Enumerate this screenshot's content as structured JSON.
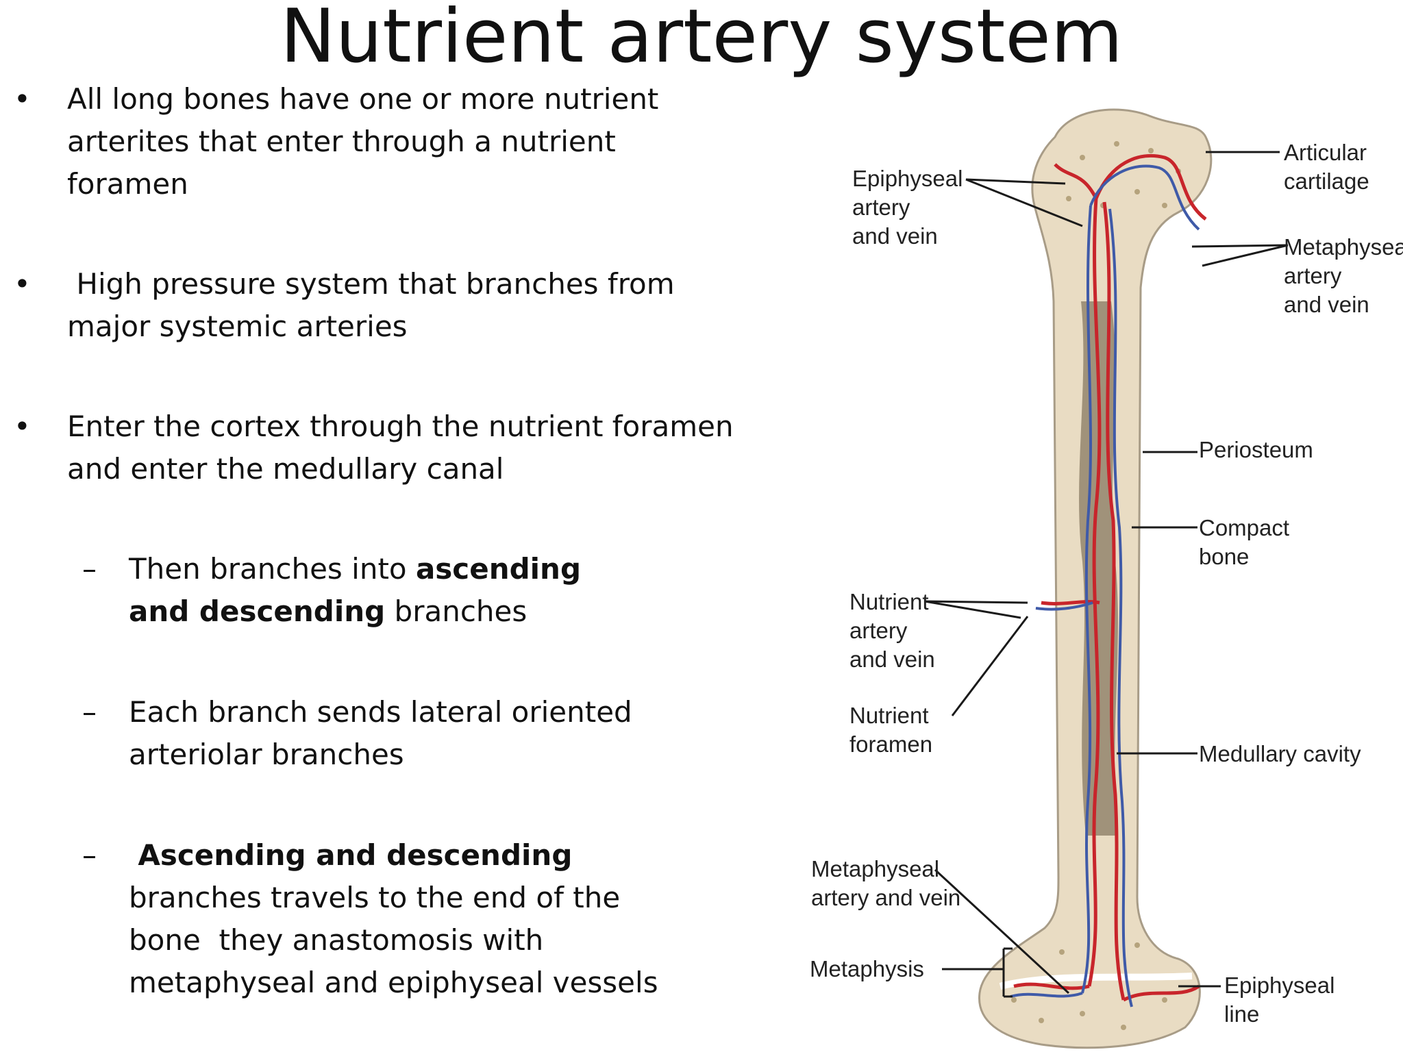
{
  "title": "Nutrient artery system",
  "bullets": [
    {
      "level": 1,
      "mark": "•",
      "text": "All long bones have one or more nutrient arterites that enter through a nutrient foramen"
    },
    {
      "level": 1,
      "mark": "•",
      "text": " High pressure system that branches from major systemic arteries"
    },
    {
      "level": 1,
      "mark": "•",
      "text": "Enter the cortex through the nutrient foramen and enter the medullary canal"
    },
    {
      "level": 2,
      "mark": "–",
      "before": "Then branches into ",
      "bold": "ascending and descending",
      "after": " branches"
    },
    {
      "level": 2,
      "mark": "–",
      "text": "Each branch sends lateral oriented arteriolar branches"
    },
    {
      "level": 2,
      "mark": "–",
      "before": " ",
      "bold": "Ascending and descending",
      "after": " branches travels to the end of the bone  they anastomosis with metaphyseal and epiphyseal vessels"
    }
  ],
  "figure": {
    "labels": {
      "epiphyseal_artery_vein": "Epiphyseal\nartery\nand vein",
      "articular_cartilage": "Articular\ncartilage",
      "metaphyseal_artery_vein_top": "Metaphyseal\nartery\nand vein",
      "periosteum": "Periosteum",
      "compact_bone": "Compact\nbone",
      "nutrient_artery_vein": "Nutrient\nartery\nand vein",
      "nutrient_foramen": "Nutrient\nforamen",
      "medullary_cavity": "Medullary cavity",
      "metaphyseal_artery_vein_bottom": "Metaphyseal\nartery and vein",
      "metaphysis": "Metaphysis",
      "epiphyseal_line": "Epiphyseal\nline"
    },
    "colors": {
      "bone": "#e9dcc3",
      "bone_edge": "#a89c87",
      "marrow": "#8d8068",
      "artery": "#c8252b",
      "vein": "#3f5aa8",
      "leader": "#1a1a1a"
    }
  }
}
